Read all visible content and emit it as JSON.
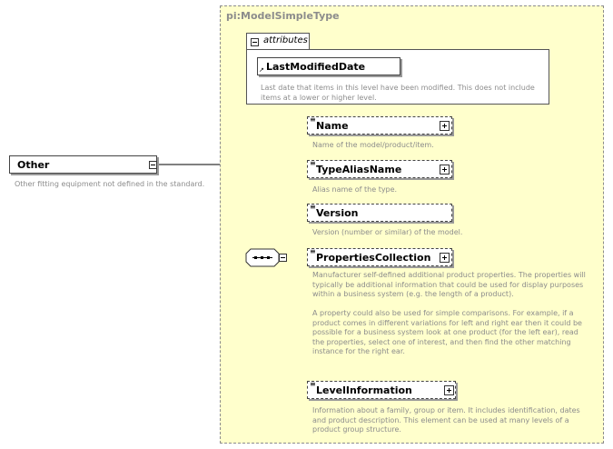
{
  "root": {
    "name": "Other",
    "doc": "Other fitting equipment not defined in the standard."
  },
  "complex_type": {
    "title": "pi:ModelSimpleType"
  },
  "attributes": {
    "tab_label": "attributes",
    "element": "LastModifiedDate",
    "doc": "Last date that items in this level have been modified. This does not include\nitems at a lower or higher level."
  },
  "elements": [
    {
      "name": "Name",
      "doc": "Name of the model/product/item.",
      "expandable": true
    },
    {
      "name": "TypeAliasName",
      "doc": "Alias name of the type.",
      "expandable": true
    },
    {
      "name": "Version",
      "doc": "Version (number or similar) of the model.",
      "expandable": false
    },
    {
      "name": "PropertiesCollection",
      "doc": "Manufacturer self-defined additional product properties.  The properties will\ntypically be additional information that could be used for display purposes\nwithin a business system (e.g. the length of a product).\n\nA property could also be used for simple comparisons.  For example, if a\nproduct comes in different variations for left and right ear then it could be\npossible for a business system look at one product (for the left ear), read\nthe properties, select one of interest, and then find the other matching\ninstance for the right ear.",
      "expandable": true
    },
    {
      "name": "LevelInformation",
      "doc": "Information about a family, group or item. It includes identification, dates\nand product description. This element can be used at many levels of a\nproduct group structure.",
      "expandable": true
    }
  ],
  "colors": {
    "type_background": "#ffffcc",
    "doc_text": "#8c8c8c",
    "border": "#444444"
  },
  "icons": {
    "collapse": "minus-box-icon",
    "expand": "plus-box-icon",
    "sequence": "sequence-compositor-icon",
    "simple_content": "element-text-icon",
    "attribute_link": "reference-arrow-icon"
  }
}
